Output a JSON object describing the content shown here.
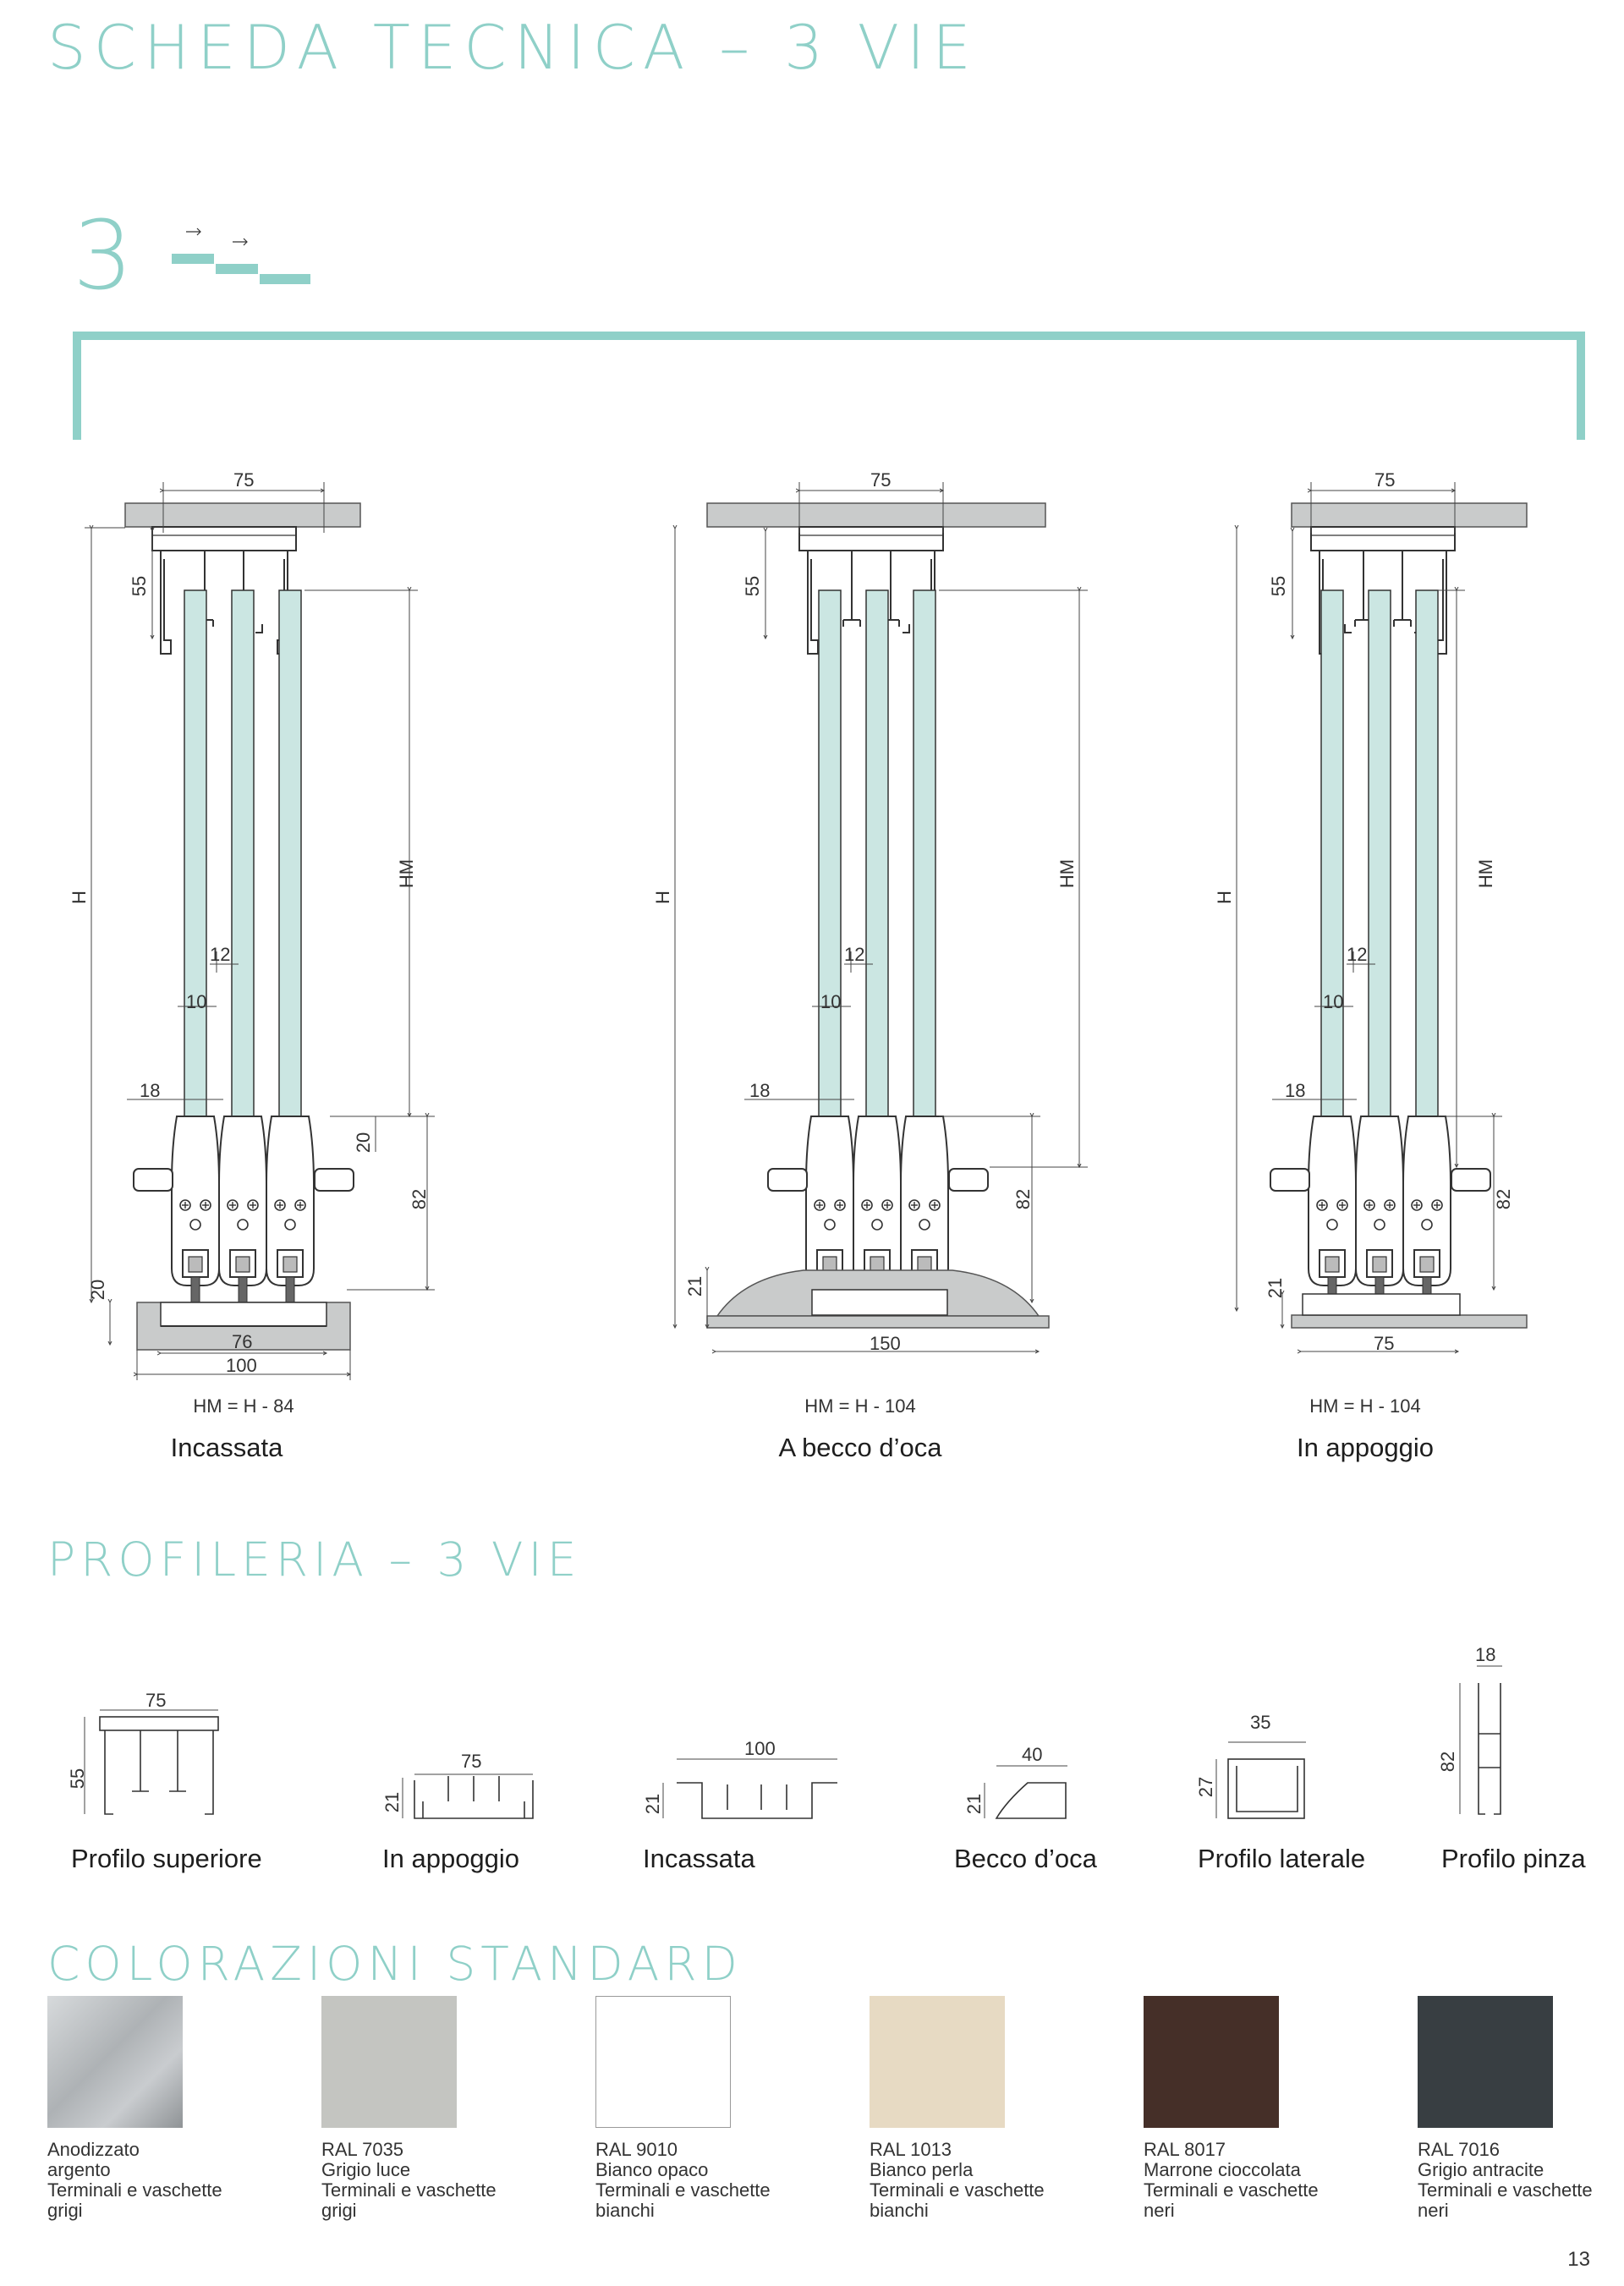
{
  "header": {
    "title": "SCHEDA TECNICA – 3 VIE",
    "ways_number": "3"
  },
  "drawings": [
    {
      "top_width": "75",
      "top_height": "55",
      "glass_12": "12",
      "glass_10": "10",
      "left_18": "18",
      "overall": "H",
      "hm": "HM",
      "rail_20": "20",
      "bottom_82": "82",
      "base_height": "20",
      "base_inner": "76",
      "base_outer": "100",
      "formula": "HM = H - 84",
      "caption": "Incassata"
    },
    {
      "top_width": "75",
      "top_height": "55",
      "glass_12": "12",
      "glass_10": "10",
      "left_18": "18",
      "overall": "H",
      "hm": "HM",
      "bottom_82": "82",
      "base_height": "21",
      "base_outer": "150",
      "formula": "HM = H - 104",
      "caption": "A becco d’oca"
    },
    {
      "top_width": "75",
      "top_height": "55",
      "glass_12": "12",
      "glass_10": "10",
      "left_18": "18",
      "overall": "H",
      "hm": "HM",
      "bottom_82": "82",
      "base_height": "21",
      "base_outer": "75",
      "formula": "HM = H - 104",
      "caption": "In appoggio"
    }
  ],
  "profileria": {
    "title": "PROFILERIA – 3 VIE",
    "profiles": [
      {
        "label": "Profilo superiore",
        "w": "75",
        "h": "55"
      },
      {
        "label": "In appoggio",
        "w": "75",
        "h": "21"
      },
      {
        "label": "Incassata",
        "w": "100",
        "h": "21"
      },
      {
        "label": "Becco d’oca",
        "w": "40",
        "h": "21"
      },
      {
        "label": "Profilo laterale",
        "w": "35",
        "h": "27"
      },
      {
        "label": "Profilo pinza",
        "w": "18",
        "h": "82"
      }
    ]
  },
  "colorazioni": {
    "title": "COLORAZIONI STANDARD",
    "colors": [
      {
        "l1": "Anodizzato",
        "l2": "argento",
        "l3": "Terminali e vaschette",
        "l4": "grigi",
        "hex": "#b8bcbf"
      },
      {
        "l1": "RAL 7035",
        "l2": "Grigio luce",
        "l3": "Terminali e vaschette",
        "l4": "grigi",
        "hex": "#c4c5c1"
      },
      {
        "l1": "RAL 9010",
        "l2": "Bianco opaco",
        "l3": "Terminali e vaschette",
        "l4": "bianchi",
        "hex": "#ffffff"
      },
      {
        "l1": "RAL 1013",
        "l2": "Bianco perla",
        "l3": "Terminali e vaschette",
        "l4": "bianchi",
        "hex": "#e7dac3"
      },
      {
        "l1": "RAL 8017",
        "l2": "Marrone cioccolata",
        "l3": "Terminali e vaschette",
        "l4": "neri",
        "hex": "#452f28"
      },
      {
        "l1": "RAL 7016",
        "l2": "Grigio antracite",
        "l3": "Terminali e vaschette",
        "l4": "neri",
        "hex": "#383e42"
      }
    ]
  },
  "page_number": "13",
  "accent_color": "#8fd0c8"
}
